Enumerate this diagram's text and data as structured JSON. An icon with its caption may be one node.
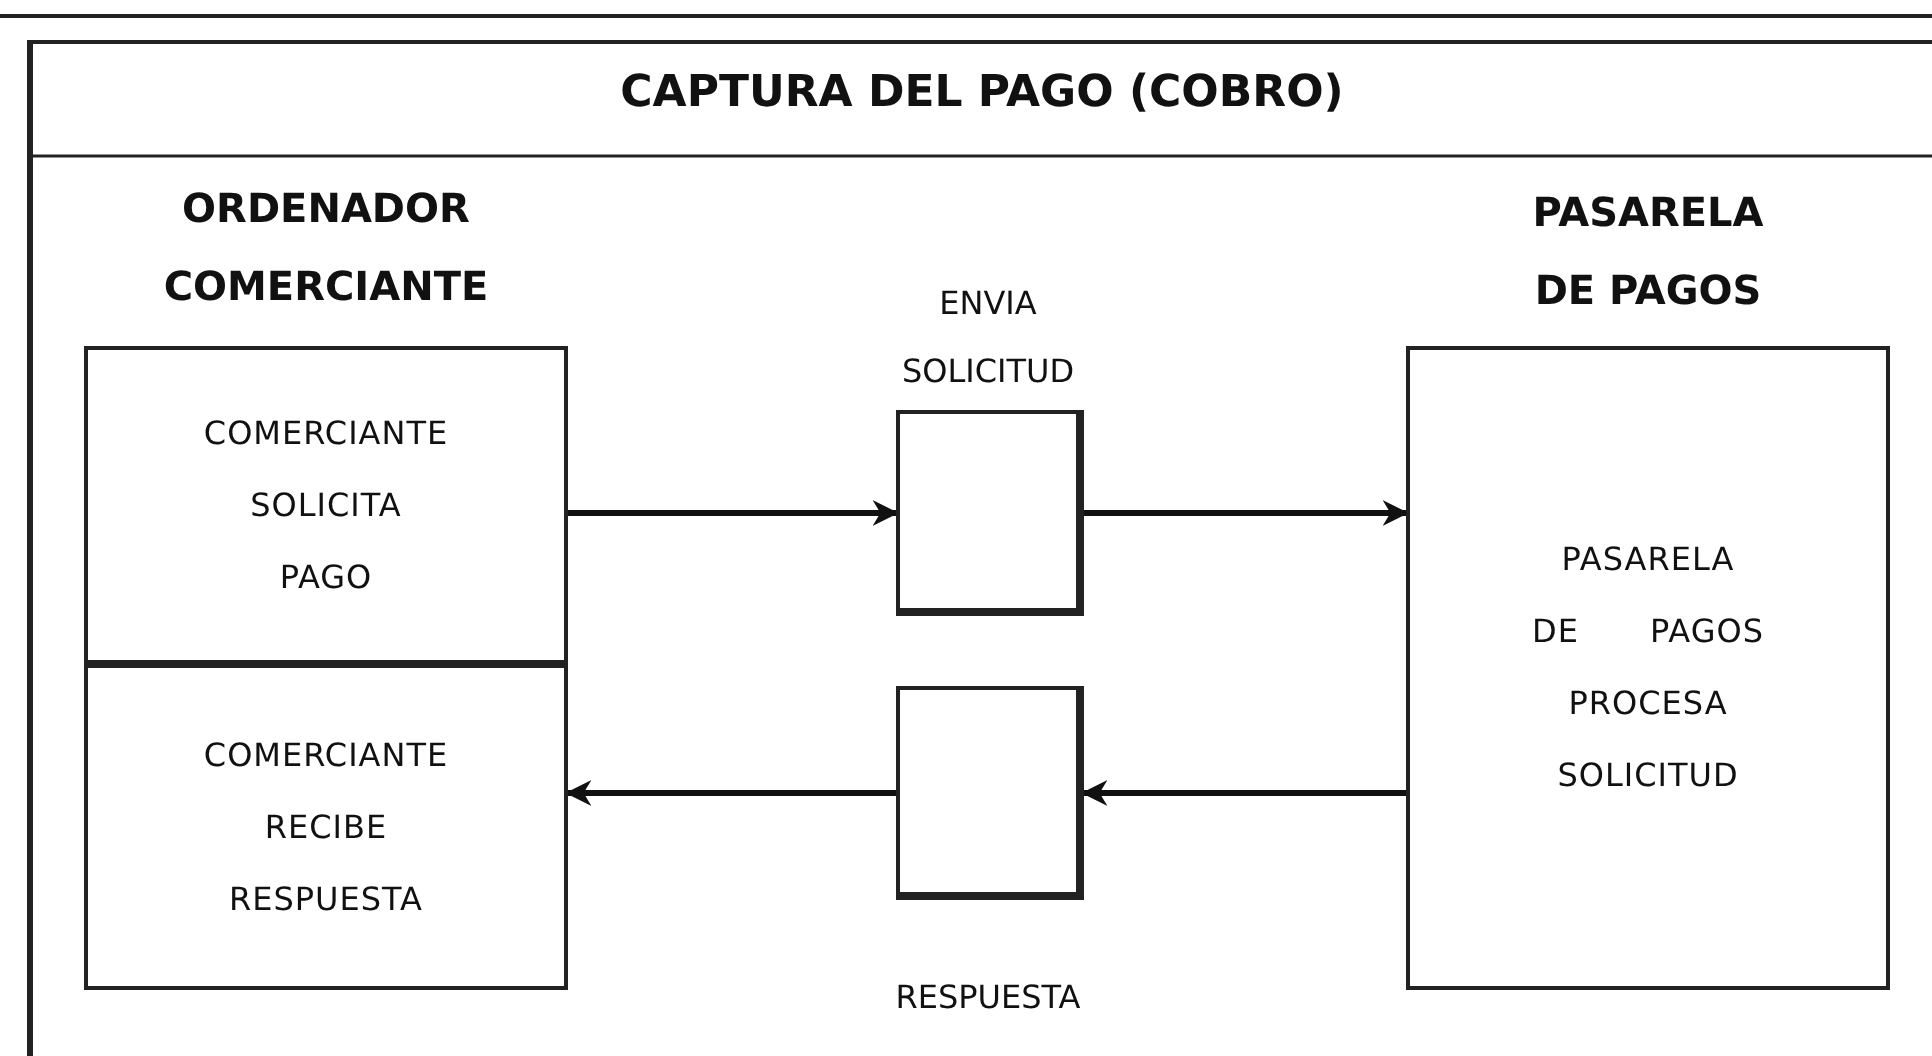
{
  "diagram": {
    "title": "CAPTURA DEL PAGO (COBRO)",
    "nodes": [
      {
        "text": [
          "ORDENADOR COMERCIANTE",
          "COMERCIANTE SOLICITA PAGO"
        ]
      },
      {
        "text": [
          "COMERCIANTE RECIBE RESPUESTA"
        ]
      },
      {
        "text": [
          "ENVIA SOLICITUD"
        ]
      },
      {
        "text": [
          "RESPUESTA"
        ]
      },
      {
        "text": [
          "PASARELA DE PAGOS",
          "PASARELA DE PAGOS PROCESA SOLICITUD"
        ]
      }
    ],
    "edges": [
      {
        "from": 0,
        "to": 2,
        "arrow": "to"
      },
      {
        "from": 2,
        "to": 4,
        "arrow": "to"
      },
      {
        "from": 4,
        "to": 3,
        "arrow": "to"
      },
      {
        "from": 3,
        "to": 1,
        "arrow": "to"
      }
    ]
  }
}
